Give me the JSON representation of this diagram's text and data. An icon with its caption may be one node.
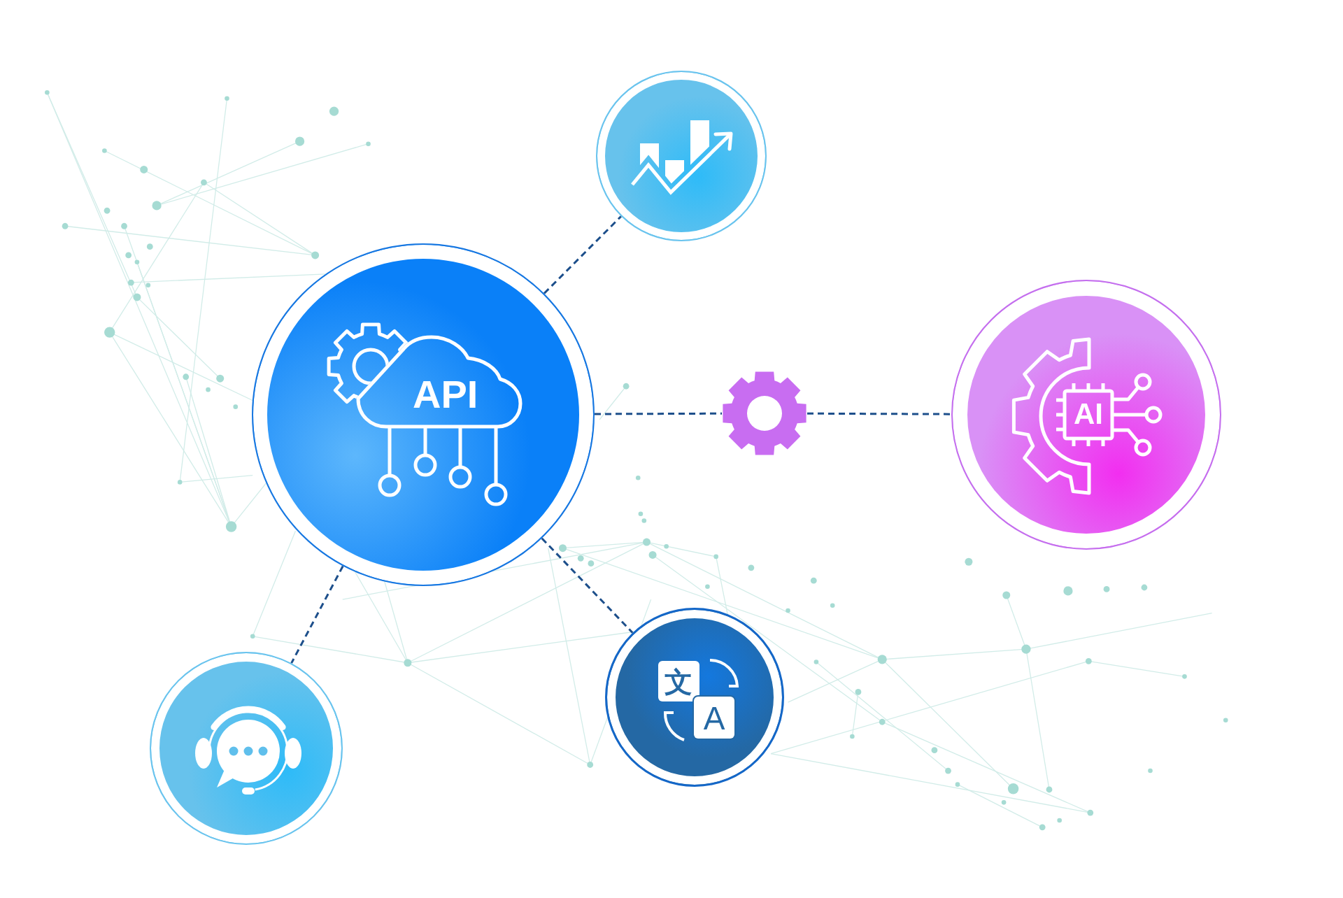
{
  "diagram": {
    "nodes": [
      {
        "text": [],
        "shape": "circle"
      },
      {
        "text": [
          "API"
        ]
      },
      {
        "text": [],
        "shape": "gear"
      },
      {
        "text": [
          "AI"
        ]
      },
      {
        "text": [],
        "shape": "circle"
      },
      {
        "text": [
          "文",
          "A"
        ]
      }
    ],
    "edges": [
      {
        "from": 1,
        "to": 0,
        "arrow": "none",
        "style": "dashed"
      },
      {
        "from": 1,
        "to": 2,
        "arrow": "none",
        "style": "dashed"
      },
      {
        "from": 2,
        "to": 3,
        "arrow": "none",
        "style": "dashed"
      },
      {
        "from": 1,
        "to": 4,
        "arrow": "none",
        "style": "dashed"
      },
      {
        "from": 1,
        "to": 5,
        "arrow": "none",
        "style": "dashed"
      }
    ]
  }
}
